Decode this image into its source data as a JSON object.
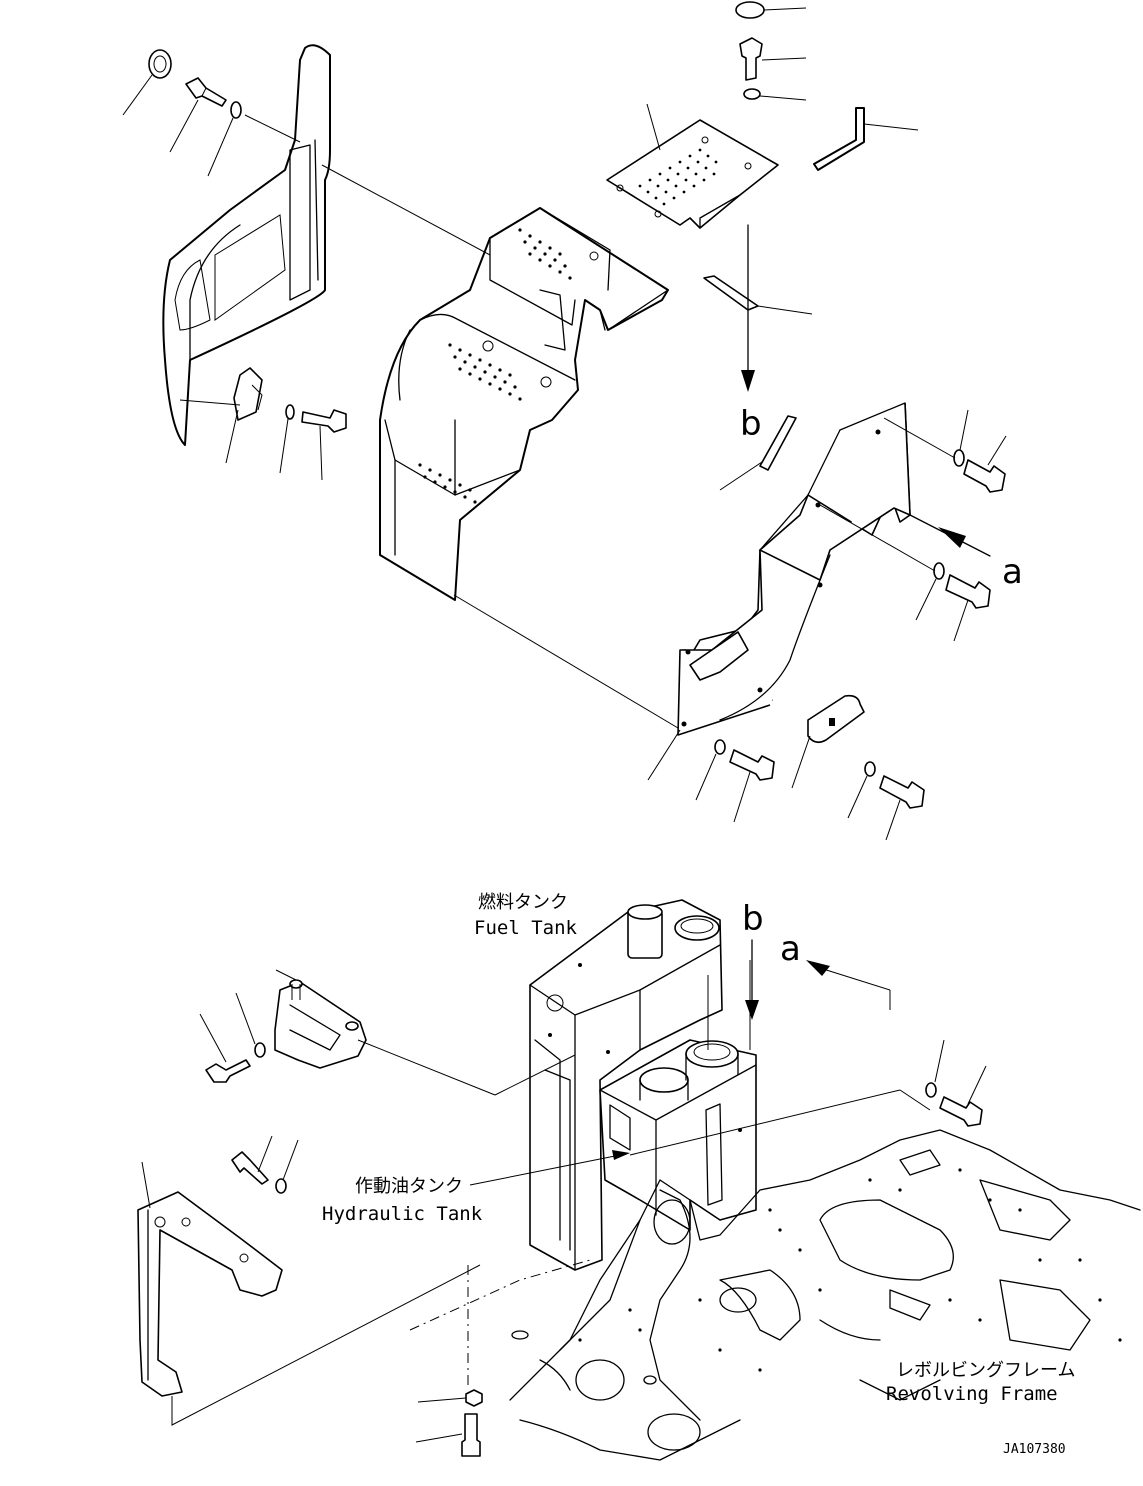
{
  "labels": {
    "fuel_tank_jp": "燃料タンク",
    "fuel_tank_en": "Fuel Tank",
    "hydraulic_tank_jp": "作動油タンク",
    "hydraulic_tank_en": "Hydraulic Tank",
    "revolving_frame_jp": "レボルビングフレーム",
    "revolving_frame_en": "Revolving Frame",
    "view_a": "a",
    "view_b": "b",
    "drawing_code": "JA107380"
  }
}
